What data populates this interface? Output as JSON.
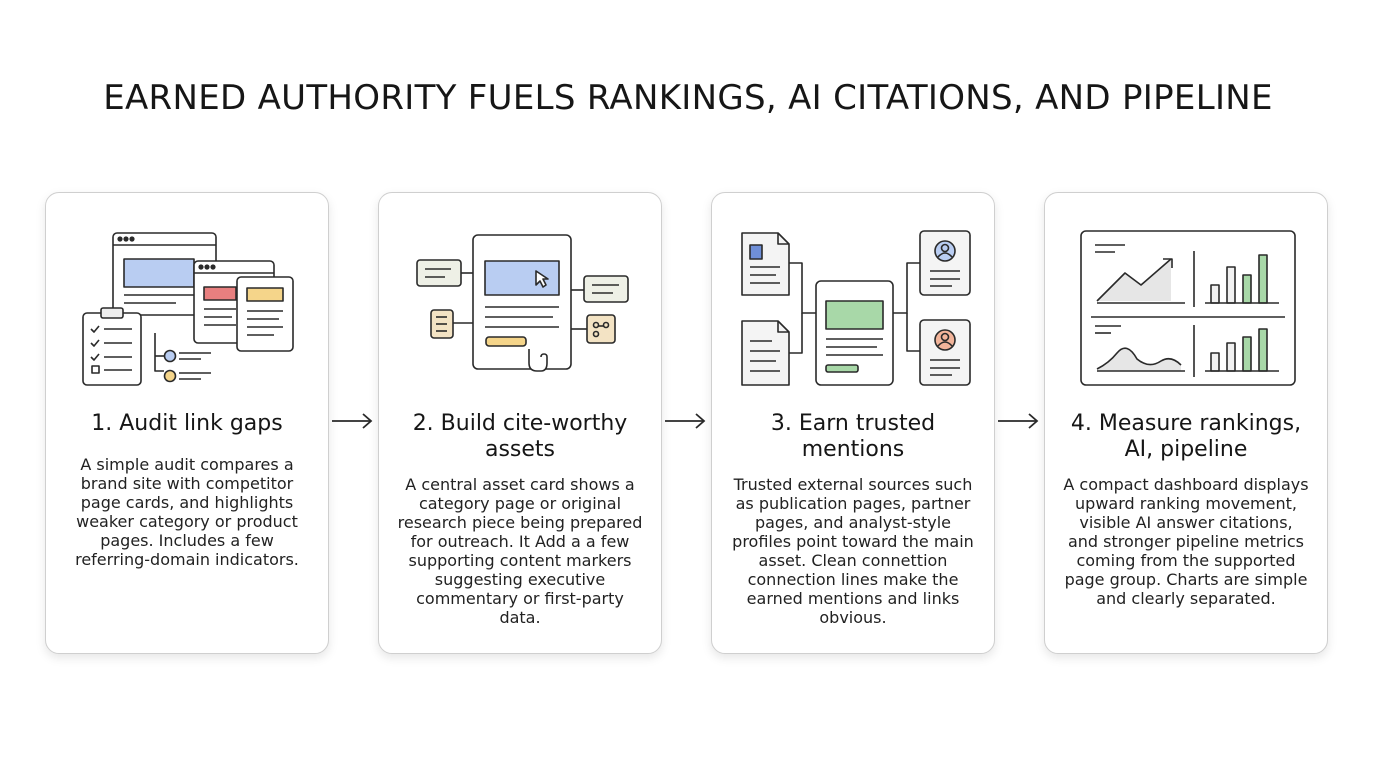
{
  "title": "EARNED AUTHORITY FUELS RANKINGS, AI CITATIONS, AND PIPELINE",
  "steps": [
    {
      "title": "1. Audit link gaps",
      "body": "A simple audit compares a brand site with competitor page cards, and highlights weaker category or product pages. Includes a few referring-domain indicators."
    },
    {
      "title": "2. Build cite-worthy assets",
      "body": "A central asset card shows a category page or original research piece being prepared for outreach. It Add a a few supporting content markers suggesting executive commentary or first-party data."
    },
    {
      "title": "3. Earn trusted mentions",
      "body": "Trusted external sources such as publication pages, partner pages, and analyst-style profiles point toward the main asset. Clean connettion connection lines make the earned mentions and links obvious."
    },
    {
      "title": "4. Measure rankings, AI, pipeline",
      "body": "A compact dashboard displays upward ranking movement, visible AI answer citations, and stronger pipeline metrics coming from the supported page group. Charts are simple and clearly separated."
    }
  ],
  "icons": [
    "audit-illustration-icon",
    "asset-illustration-icon",
    "mentions-illustration-icon",
    "dashboard-illustration-icon",
    "arrow-right-icon"
  ],
  "colors": {
    "blue": "#b9cdf2",
    "red": "#e87f7f",
    "yellow": "#f5d58a",
    "green": "#a8d8a8",
    "beige": "#f3e3c4",
    "stroke": "#2a2a2a"
  }
}
